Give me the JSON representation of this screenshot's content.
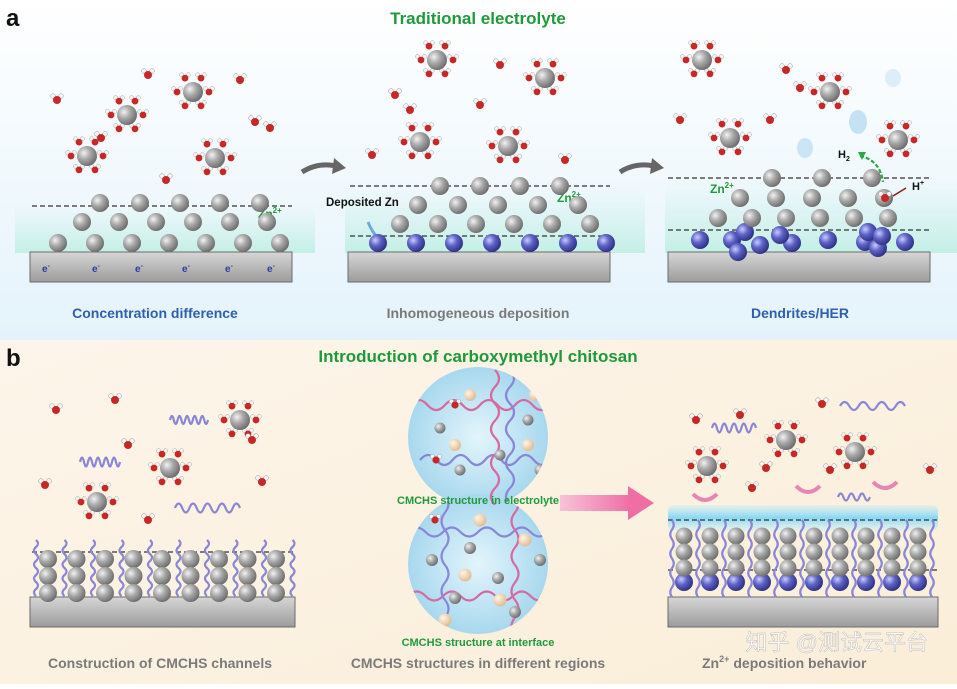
{
  "panel_a": {
    "letter": "a",
    "title": "Traditional electrolyte",
    "captions": [
      "Concentration difference",
      "Inhomogeneous deposition",
      "Dendrites/HER"
    ],
    "zn_label": "Zn",
    "zn_charge": "2+",
    "electron_label": "e",
    "electron_charge": "-",
    "deposited_label": "Deposited Zn",
    "h2_label": "H",
    "h2_sub": "2",
    "hplus_label": "H",
    "hplus_charge": "+"
  },
  "panel_b": {
    "letter": "b",
    "title": "Introduction of carboxymethyl chitosan",
    "captions": [
      "Construction of CMCHS channels",
      "CMCHS structures in different regions",
      "deposition behavior"
    ],
    "caption3_zn": "Zn",
    "caption3_charge": "2+",
    "circle1_label": "CMCHS structure in electrolyte",
    "circle2_label": "CMCHS structure at interface"
  },
  "watermark": "知乎 @测试云平台",
  "colors": {
    "title_green": "#1f9a3a",
    "caption_blue": "#2f5fb0",
    "caption_gray": "#777777",
    "zn_gray": "#9a9a9a",
    "zn_blue": "#5157b8",
    "water_red": "#c62828",
    "chain_purple": "#8a86d6",
    "chain_pink": "#d46aa0",
    "arrow_pink": "#ef7fab"
  }
}
